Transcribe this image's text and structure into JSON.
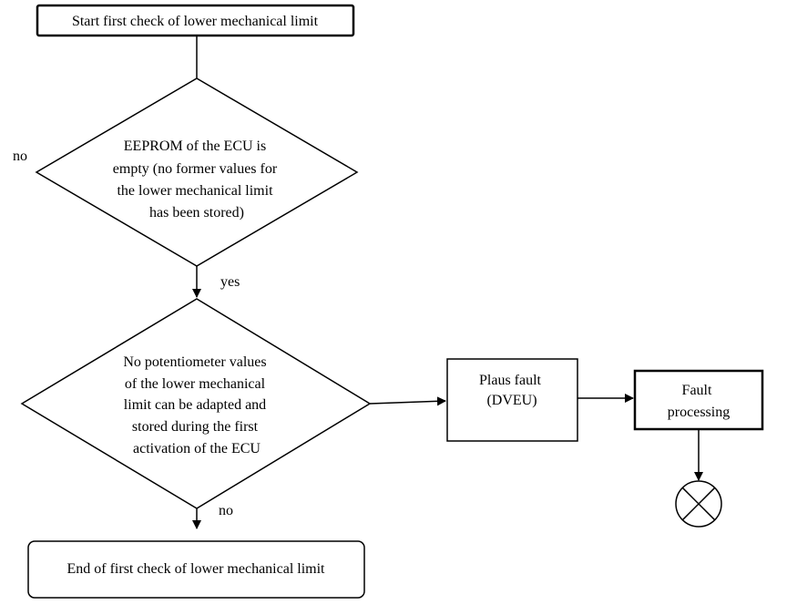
{
  "start": {
    "text": "Start first check of lower mechanical limit"
  },
  "decision1": {
    "lines": [
      "EEPROM of the ECU is",
      "empty (no former values for",
      "the lower mechanical limit",
      "has been stored)"
    ]
  },
  "decision2": {
    "lines": [
      "No potentiometer values",
      "of the lower mechanical",
      "limit can be adapted and",
      "stored during the first",
      "activation of the ECU"
    ]
  },
  "plaus": {
    "lines": [
      "Plaus fault",
      "(DVEU)"
    ]
  },
  "fault": {
    "lines": [
      "Fault",
      "processing"
    ]
  },
  "end": {
    "text": "End of first check of lower mechanical limit"
  },
  "labels": {
    "no_left": "no",
    "yes": "yes",
    "no_bottom": "no"
  },
  "colors": {
    "stroke": "#000000",
    "fill": "#ffffff"
  }
}
